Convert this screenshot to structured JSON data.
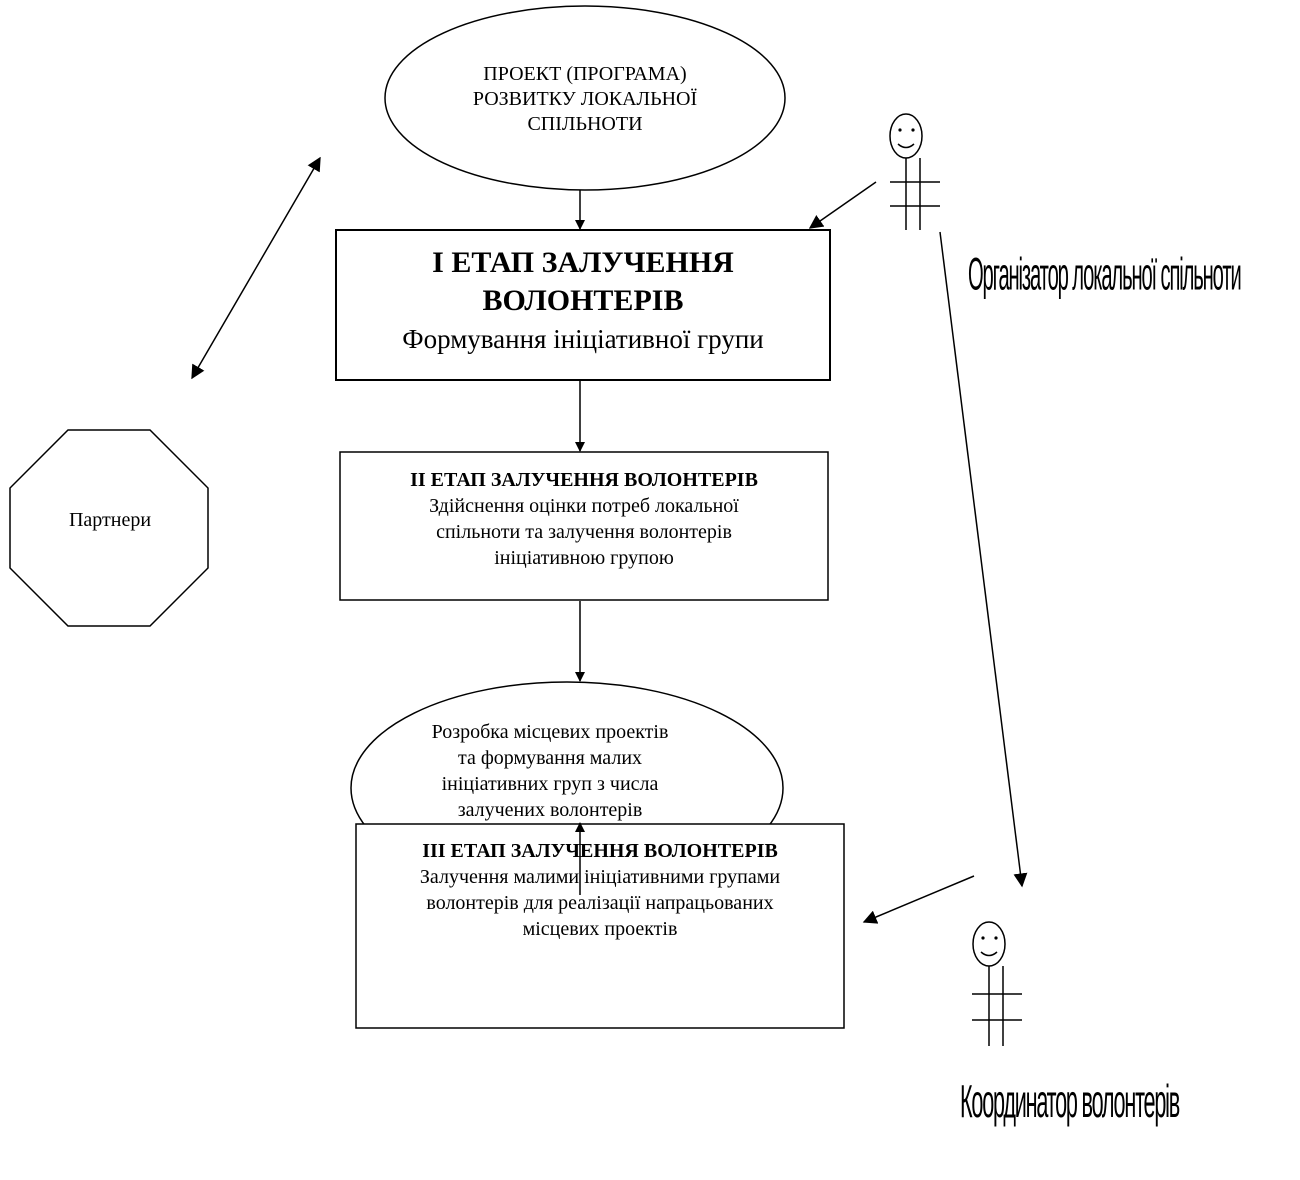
{
  "top_node": {
    "lines": [
      "ПРОЕКТ (ПРОГРАМА)",
      "РОЗВИТКУ ЛОКАЛЬНОЇ",
      "СПІЛЬНОТИ"
    ]
  },
  "stage1": {
    "title_lines": [
      "І ЕТАП ЗАЛУЧЕННЯ",
      "ВОЛОНТЕРІВ"
    ],
    "subtitle": "Формування ініціативної групи"
  },
  "stage2": {
    "title": "ІІ ЕТАП ЗАЛУЧЕННЯ ВОЛОНТЕРІВ",
    "lines": [
      "Здійснення оцінки потреб локальної",
      "спільноти та залучення волонтерів",
      "ініціативною групою"
    ]
  },
  "projects_node": {
    "lines": [
      "Розробка місцевих проектів",
      "та формування малих",
      "ініціативних груп з числа",
      "залучених волонтерів"
    ]
  },
  "stage3": {
    "title": "ІІІ ЕТАП ЗАЛУЧЕННЯ ВОЛОНТЕРІВ",
    "lines": [
      "Залучення малими ініціативними групами",
      "волонтерів для реалізації напрацьованих",
      "місцевих проектів"
    ]
  },
  "partners": {
    "label": "Партнери"
  },
  "roles": {
    "organizer": "Організатор локальної спільноти",
    "coordinator": "Координатор волонтерів"
  },
  "icons": {
    "person": "stick-figure-icon",
    "partners_shape": "octagon-shape"
  }
}
